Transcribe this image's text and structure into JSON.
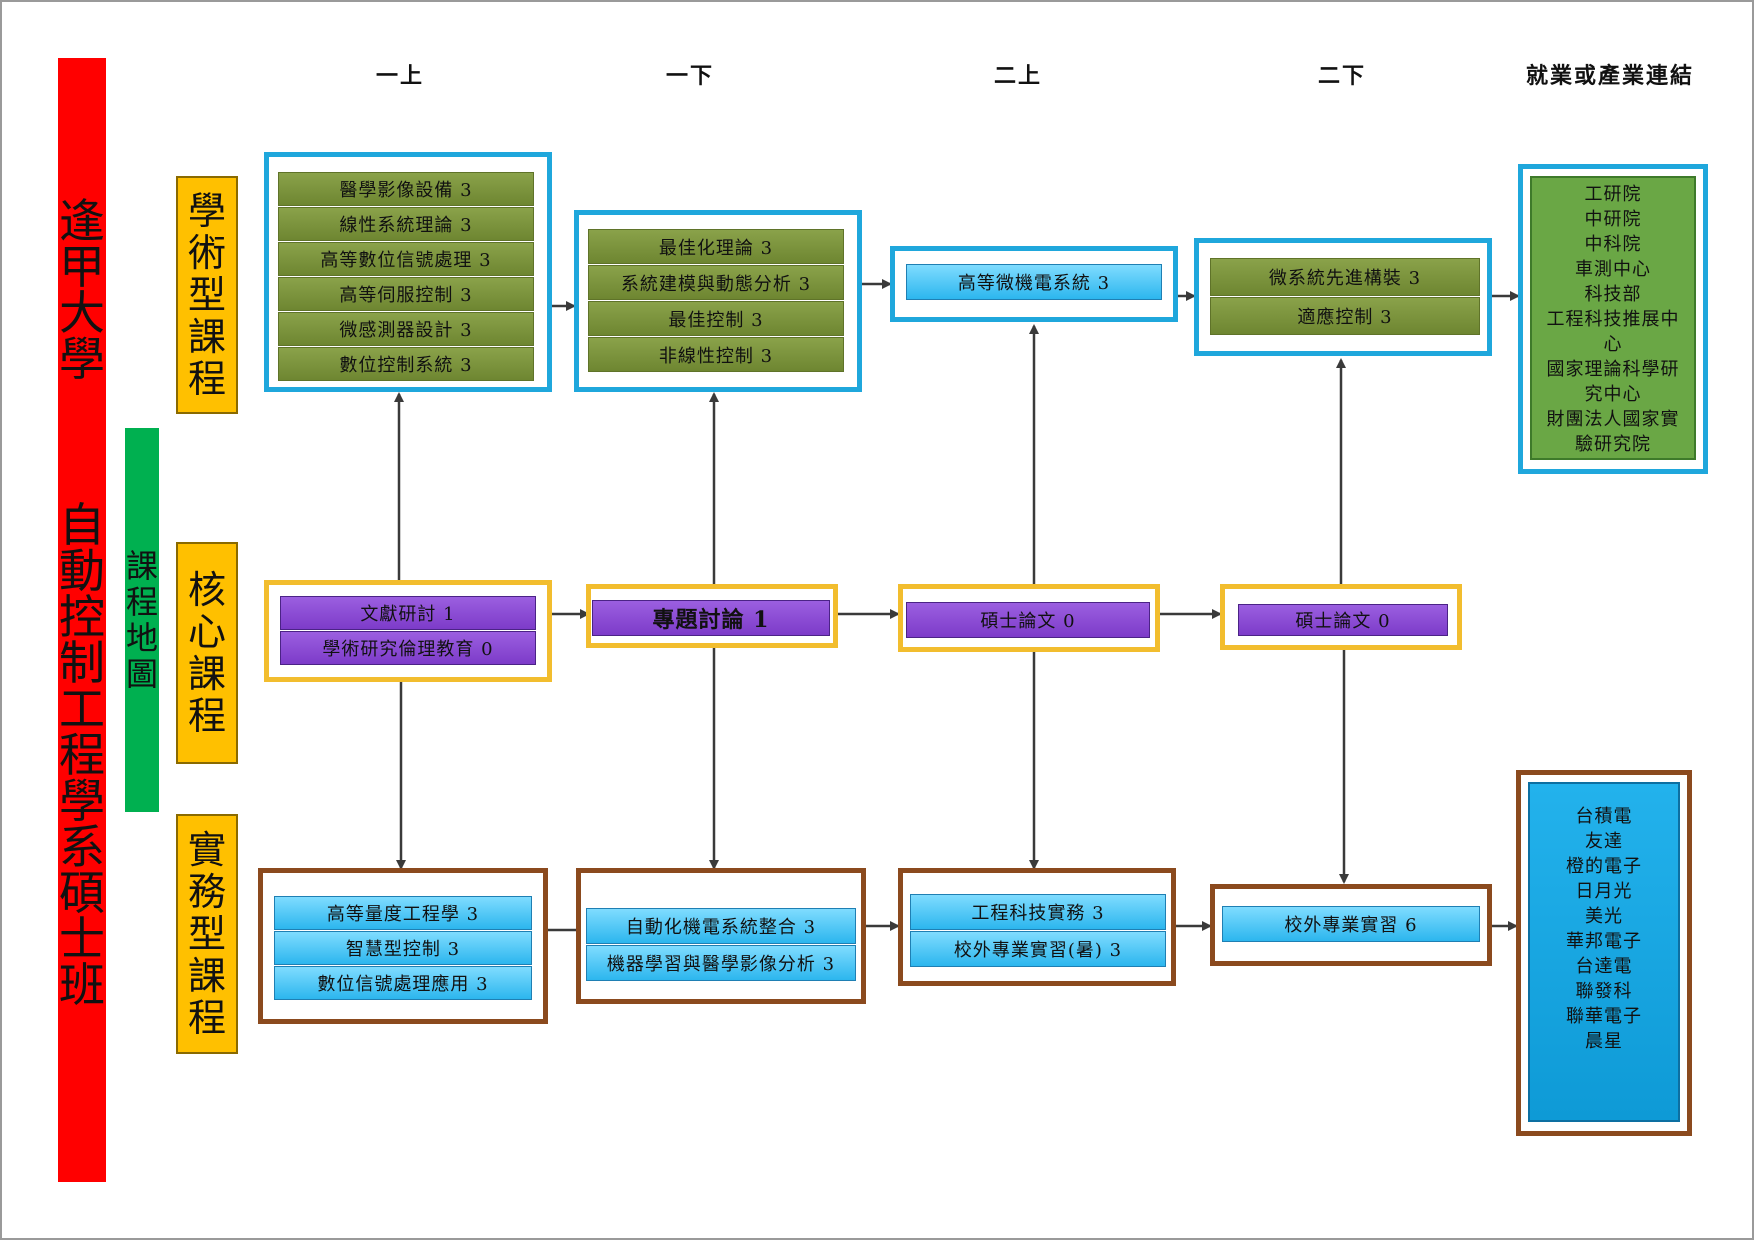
{
  "title": {
    "university": "逢甲大學",
    "program": "自動控制工程學系碩士班"
  },
  "map_label": "課程地圖",
  "categories": {
    "academic": "學術型課程",
    "core": "核心課程",
    "practical": "實務型課程"
  },
  "columns": [
    "一上",
    "一下",
    "二上",
    "二下",
    "就業或產業連結"
  ],
  "academic": [
    [
      "醫學影像設備 3",
      "線性系統理論 3",
      "高等數位信號處理 3",
      "高等伺服控制 3",
      "微感測器設計 3",
      "數位控制系統 3"
    ],
    [
      "最佳化理論 3",
      "系統建模與動態分析 3",
      "最佳控制 3",
      "非線性控制 3"
    ],
    [
      "高等微機電系統 3"
    ],
    [
      "微系統先進構裝 3",
      "適應控制 3"
    ]
  ],
  "core": [
    [
      "文獻研討 1",
      "學術研究倫理教育 0"
    ],
    [
      "專題討論 1"
    ],
    [
      "碩士論文 0"
    ],
    [
      "碩士論文 0"
    ]
  ],
  "practical": [
    [
      "高等量度工程學 3",
      "智慧型控制 3",
      "數位信號處理應用 3"
    ],
    [
      "自動化機電系統整合 3",
      "機器學習與醫學影像分析 3"
    ],
    [
      "工程科技實務 3",
      "校外專業實習(暑) 3"
    ],
    [
      "校外專業實習 6"
    ]
  ],
  "academic_outcomes": [
    "工研院",
    "中研院",
    "中科院",
    "車測中心",
    "科技部",
    "工程科技推展中",
    "心",
    "國家理論科學研",
    "究中心",
    "財團法人國家實",
    "驗研究院"
  ],
  "industry_outcomes": [
    "台積電",
    "友達",
    "橙的電子",
    "日月光",
    "美光",
    "華邦電子",
    "台達電",
    "聯發科",
    "聯華電子",
    "晨星"
  ],
  "colors": {
    "title_bg": "#ff0000",
    "category_bg": "#ffc000",
    "map_bg": "#00b050",
    "academic_border": "#1fa7dc",
    "academic_item": "#7a9440",
    "core_border": "#f2bd2e",
    "core_item": "#8b4cd6",
    "practical_border": "#8b4a1e",
    "practical_item": "#4cc6f5",
    "outcome_academic": "#6aa745",
    "outcome_industry": "#14a6e2"
  }
}
